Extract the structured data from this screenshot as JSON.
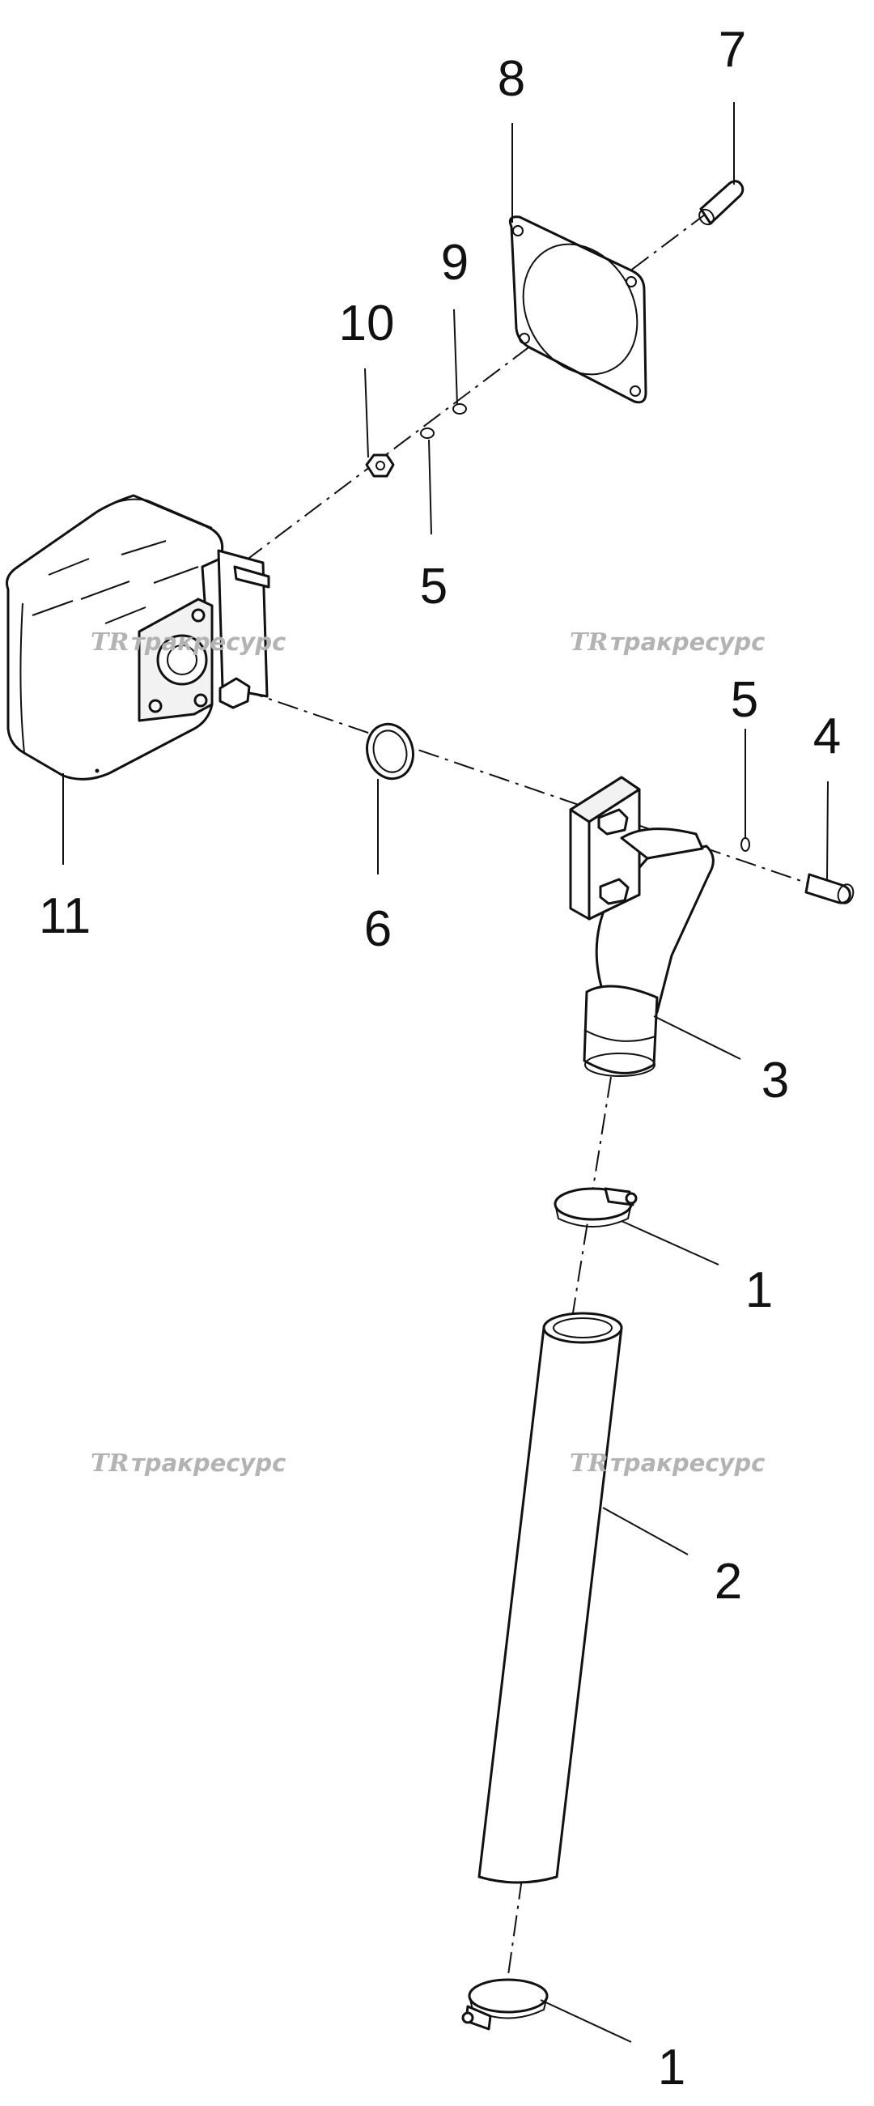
{
  "watermark": {
    "logo": "TR",
    "text": "тракресурс"
  },
  "callouts": {
    "c1_top": "1",
    "c1_bottom": "1",
    "c2": "2",
    "c3": "3",
    "c4": "4",
    "c5_top": "5",
    "c5_right": "5",
    "c6": "6",
    "c7": "7",
    "c8": "8",
    "c9": "9",
    "c10": "10",
    "c11": "11"
  }
}
